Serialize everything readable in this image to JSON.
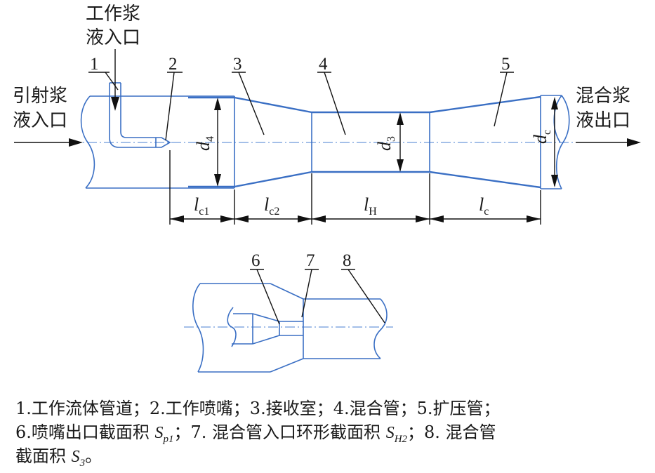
{
  "labels": {
    "work_inlet": [
      "工作浆",
      "液入口"
    ],
    "suction_inlet": [
      "引射浆",
      "液入口"
    ],
    "mixed_outlet": [
      "混合浆",
      "液出口"
    ]
  },
  "callouts_top": [
    "1",
    "2",
    "3",
    "4",
    "5"
  ],
  "callouts_bottom": [
    "6",
    "7",
    "8"
  ],
  "dimensions": {
    "d4": {
      "main": "d",
      "sub": "4"
    },
    "d3": {
      "main": "d",
      "sub": "3"
    },
    "dc": {
      "main": "d",
      "sub": "c"
    },
    "lc1": {
      "main": "l",
      "sub": "c1"
    },
    "lc2": {
      "main": "l",
      "sub": "c2"
    },
    "lH": {
      "main": "l",
      "sub": "H"
    },
    "lc": {
      "main": "l",
      "sub": "c"
    }
  },
  "caption": {
    "line1": "1.工作流体管道；2.工作喷嘴；3.接收室；4.混合管；5.扩压管；",
    "line2_a": "6.喷嘴出口截面积 ",
    "line2_sym1": "S",
    "line2_sub1": "p1",
    "line2_b": "；7. 混合管入口环形截面积 ",
    "line2_sym2": "S",
    "line2_sub2": "H2",
    "line2_c": "；8. 混合管",
    "line3_a": "截面积 ",
    "line3_sym": "S",
    "line3_sub": "3",
    "line3_b": "。"
  }
}
